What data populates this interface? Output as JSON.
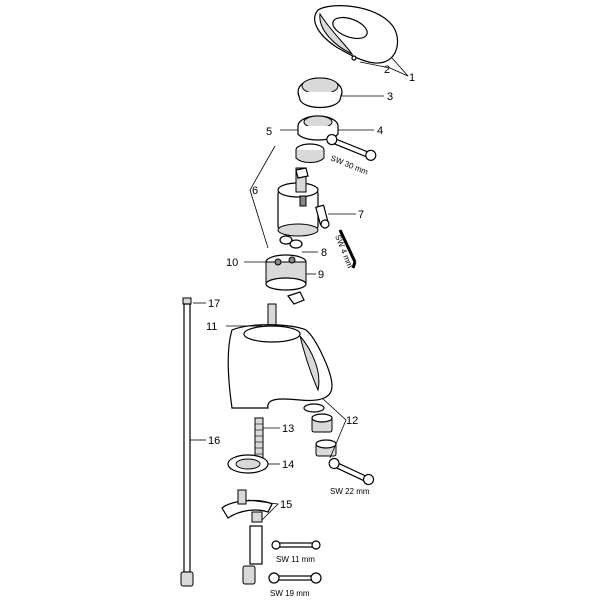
{
  "callouts": {
    "c1": "1",
    "c2": "2",
    "c3": "3",
    "c4": "4",
    "c5": "5",
    "c6": "6",
    "c7": "7",
    "c8": "8",
    "c9": "9",
    "c10": "10",
    "c11": "11",
    "c12": "12",
    "c13": "13",
    "c14": "14",
    "c15": "15",
    "c16": "16",
    "c17": "17"
  },
  "tools": {
    "sw30": "SW 30 mm",
    "sw4": "SW 4 mm",
    "sw22": "SW 22 mm",
    "sw11": "SW 11 mm",
    "sw19": "SW 19 mm"
  },
  "colors": {
    "line": "#000000",
    "shade": "#d9d9d9",
    "background": "#ffffff"
  }
}
